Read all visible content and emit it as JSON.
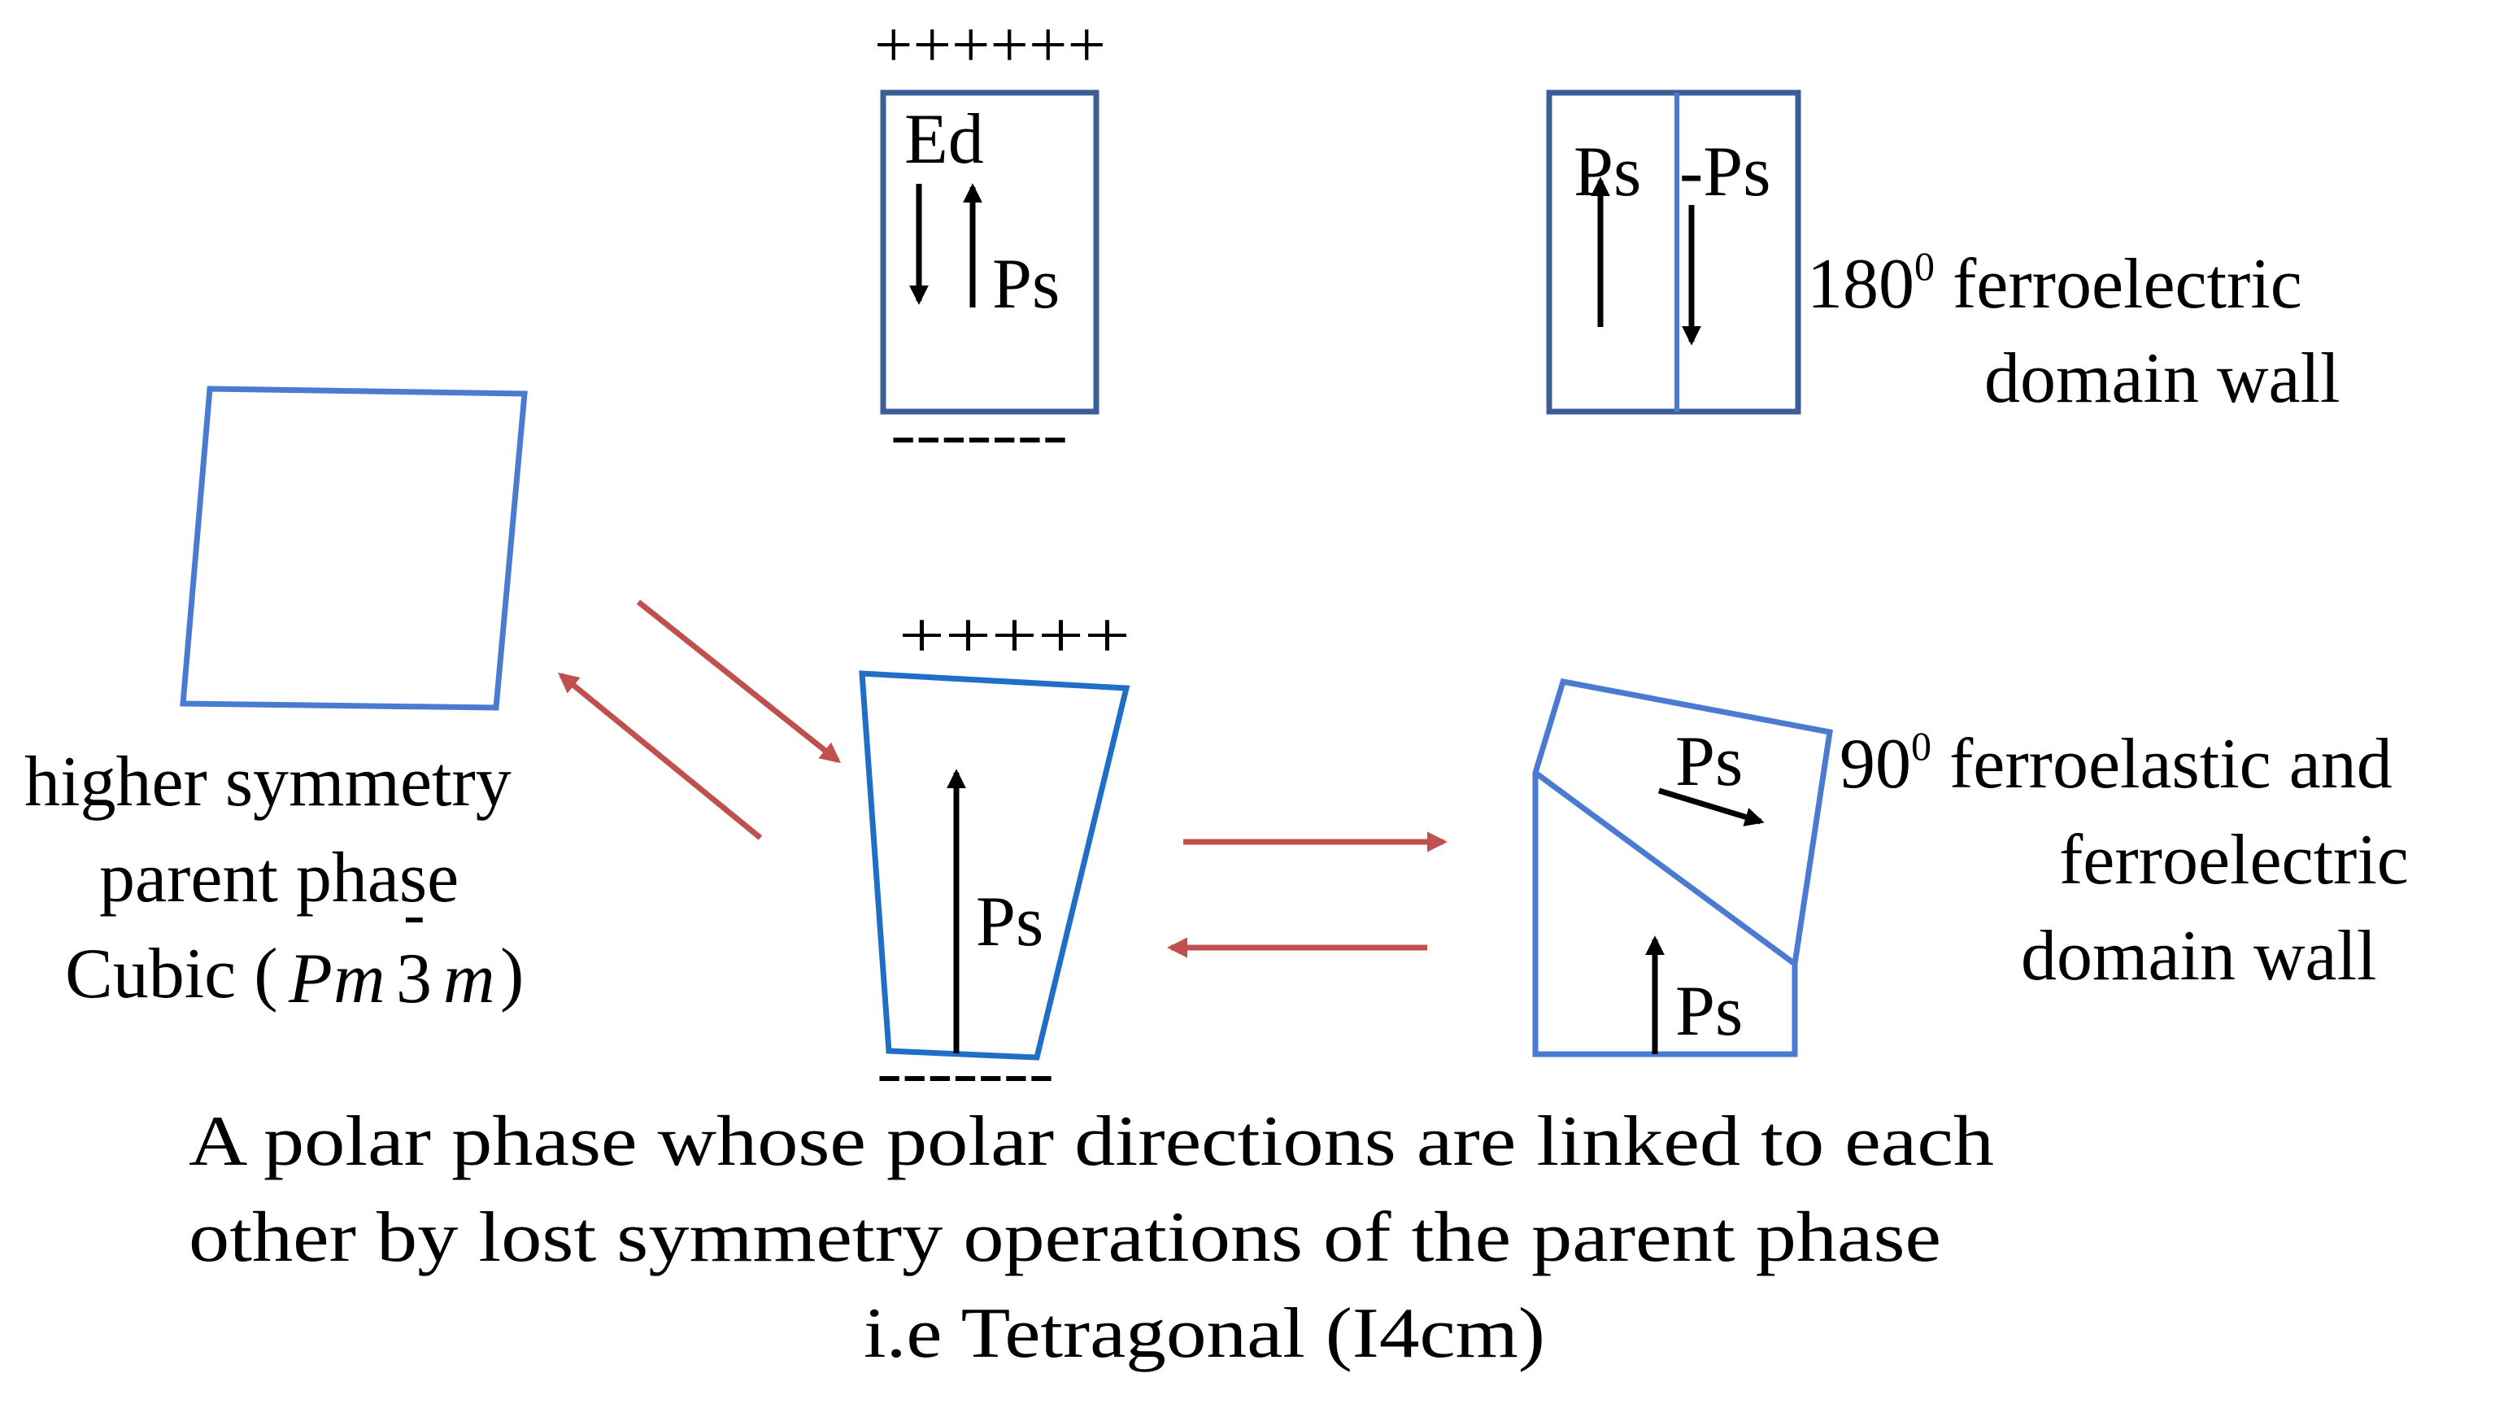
{
  "colors": {
    "box_outline": "#4a7bd0",
    "box_outline_dark": "#3b5e96",
    "reaction_arrow": "#c0504d",
    "text": "#000000"
  },
  "top_box": {
    "charge_top": "++++++",
    "charge_bottom": "-------",
    "ed_label": "Ed",
    "ps_label": "Ps"
  },
  "domain_180": {
    "ps_left": "Ps",
    "ps_right": "-Ps",
    "caption_line1_number": "180",
    "caption_line1_sup": "0",
    "caption_line1_rest": " ferroelectric",
    "caption_line2": "domain wall"
  },
  "cubic": {
    "caption_line1": "higher symmetry",
    "caption_line2": "parent phase",
    "caption_line3_prefix": "Cubic (",
    "space_group_P": "P",
    "space_group_m1": "m",
    "space_group_3": "3",
    "space_group_bar": "-",
    "space_group_m2": "m",
    "caption_line3_suffix": ")"
  },
  "polar": {
    "charge_top": "+++++",
    "charge_bottom": "-------",
    "ps_label": "Ps"
  },
  "domain_90": {
    "ps_upper": "Ps",
    "ps_lower": "Ps",
    "caption_line1_number": "90",
    "caption_line1_sup": "0",
    "caption_line1_rest": "  ferroelastic and",
    "caption_line2": "ferroelectric",
    "caption_line3": "domain wall"
  },
  "bottom_caption": {
    "line1": "A polar phase whose polar directions are linked to each",
    "line2": "other by lost symmetry operations of the parent phase",
    "line3": "i.e Tetragonal (I4cm)"
  }
}
